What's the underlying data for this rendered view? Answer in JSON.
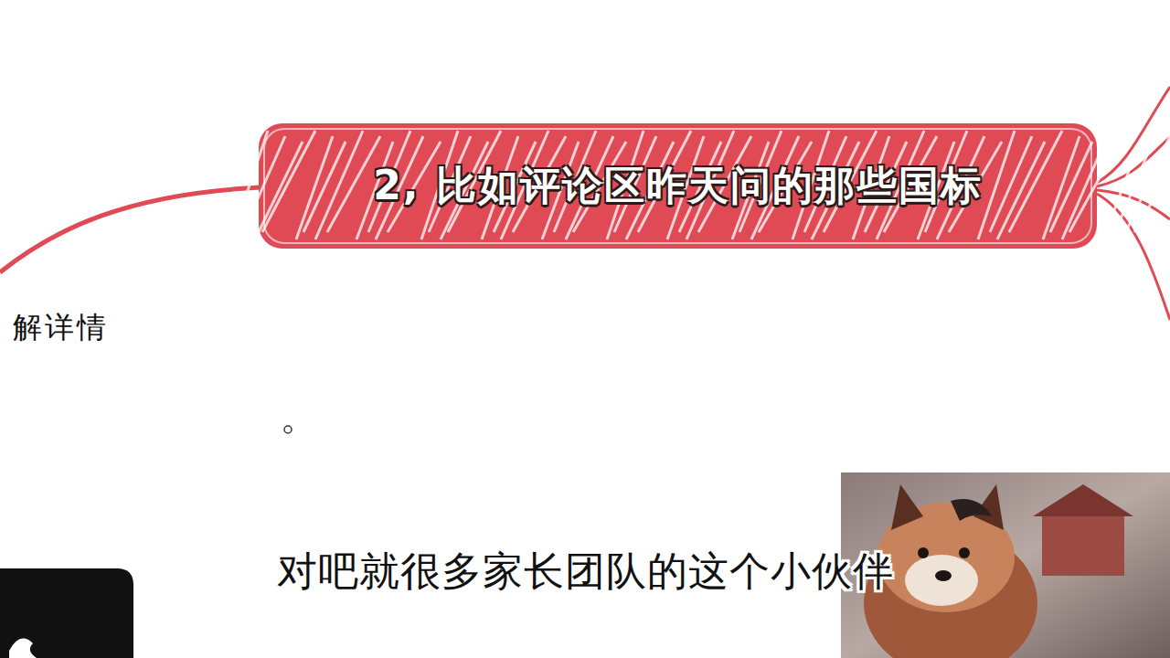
{
  "diagram": {
    "caption": "对吧就很多家长团队的这个小伙伴",
    "nodes": [
      {
        "text": [
          "2, 比如评论区昨天问的那些国标"
        ]
      }
    ],
    "labels": [
      "解详情"
    ]
  }
}
